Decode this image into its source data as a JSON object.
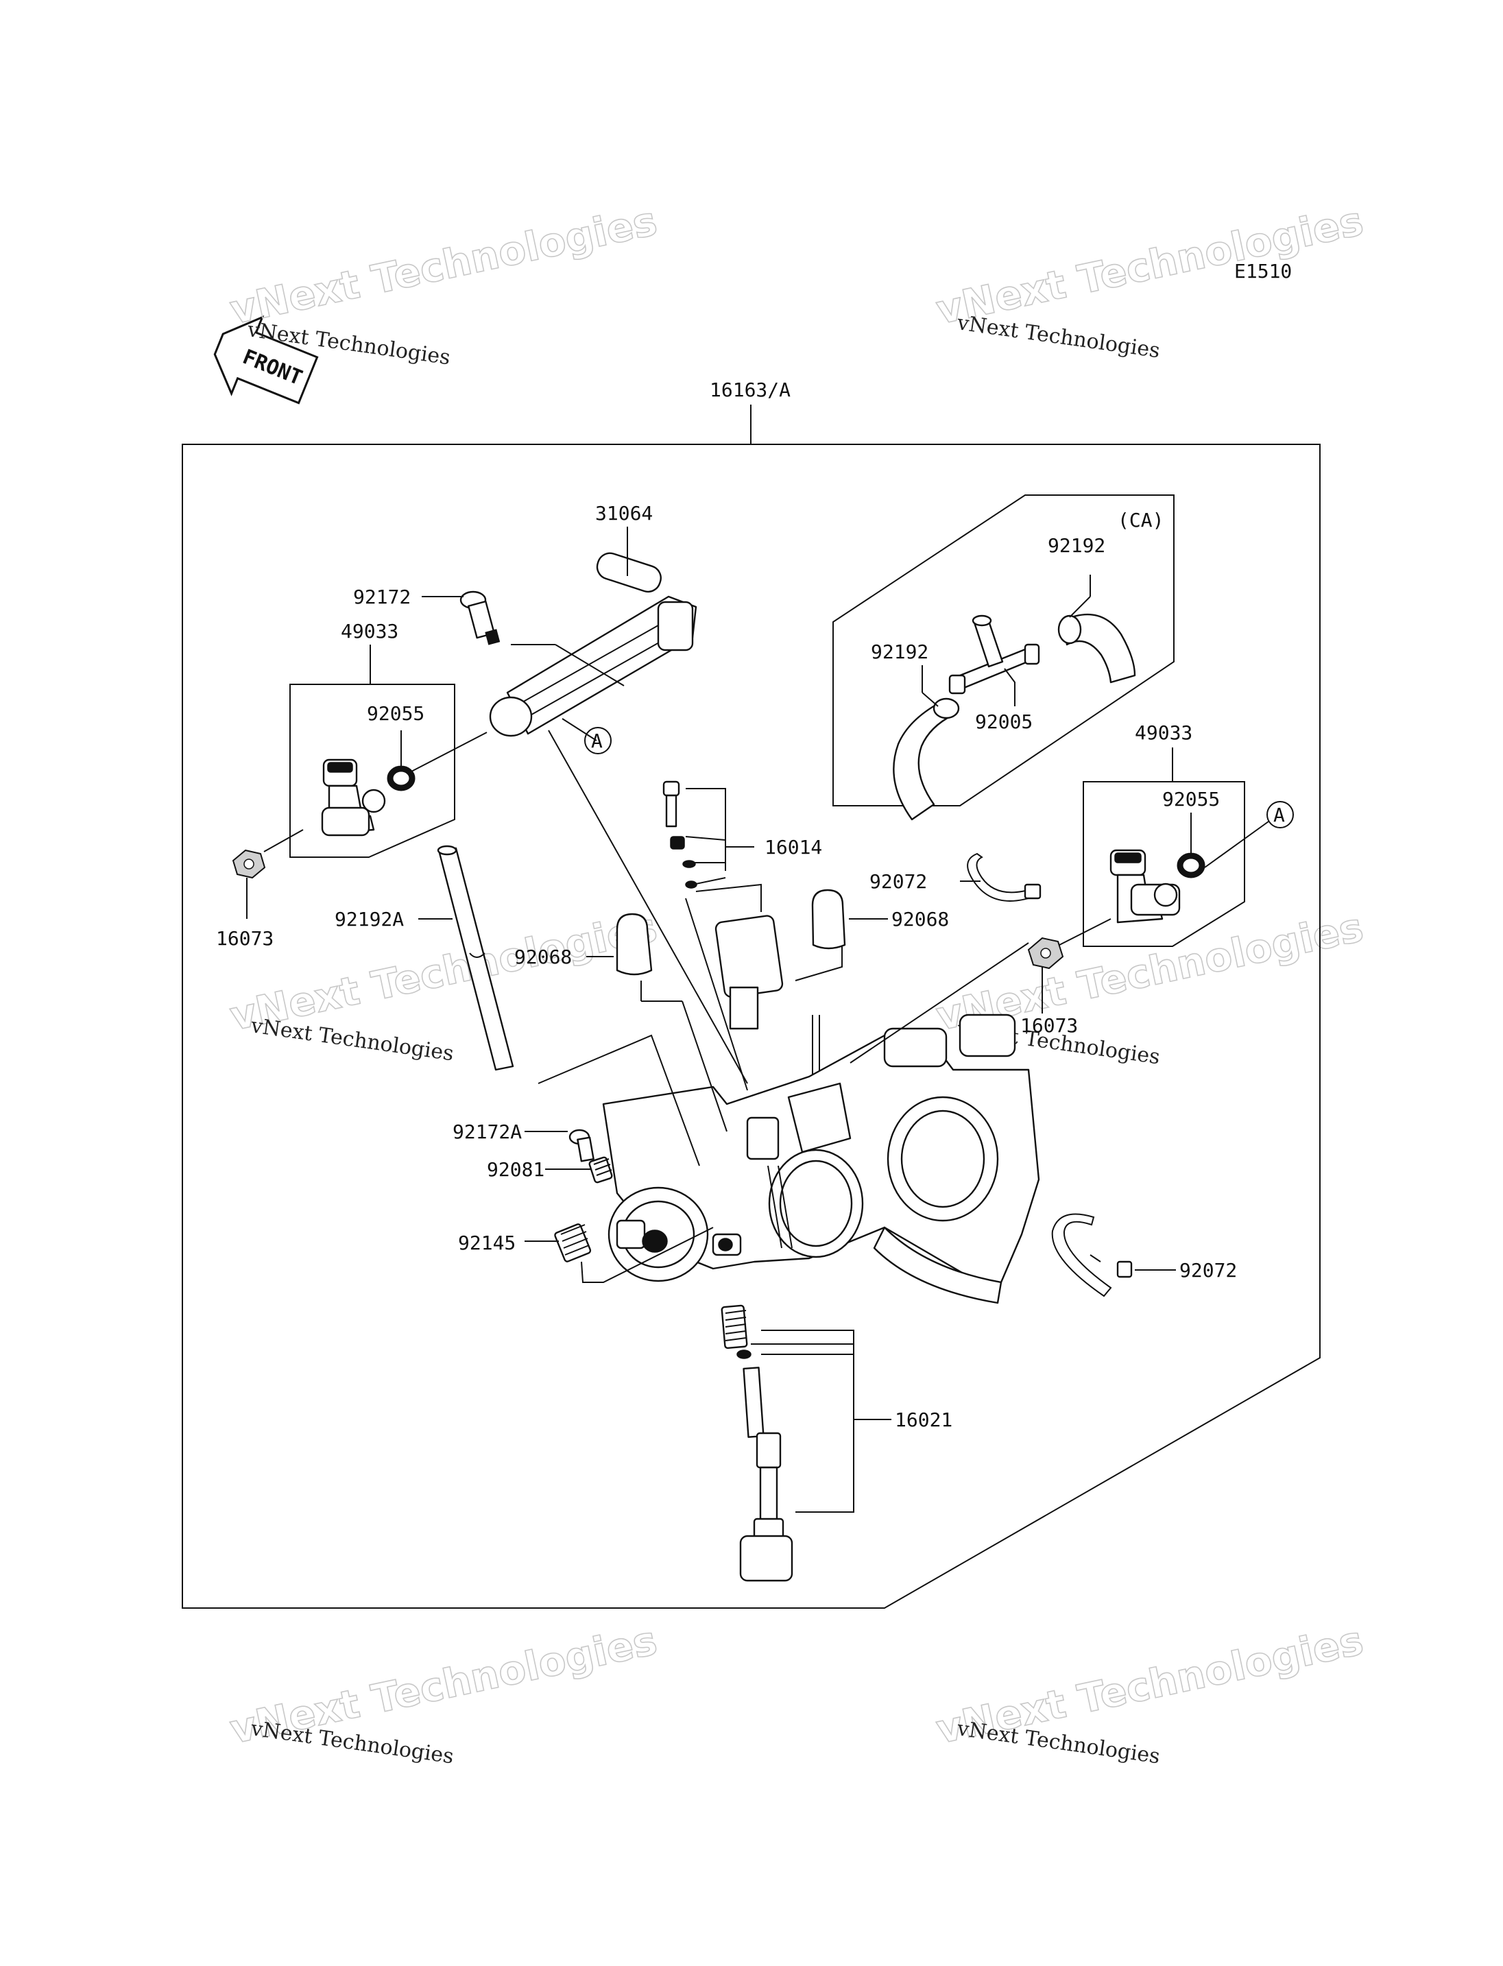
{
  "diagram": {
    "code": "E1510",
    "front_label": "FRONT",
    "kit_label": "16163/A",
    "ca_label": "(CA)",
    "callout_letter": "A",
    "watermark_small": "vNext Technologies",
    "watermark_large": "vNext Technologies",
    "parts": {
      "p31064": "31064",
      "p92172": "92172",
      "p49033_left": "49033",
      "p92055_left": "92055",
      "p16073_left": "16073",
      "p92192A": "92192A",
      "p92068_left": "92068",
      "p92172A": "92172A",
      "p92081": "92081",
      "p92145": "92145",
      "p16014": "16014",
      "p92072_top": "92072",
      "p92068_right": "92068",
      "p92192_right": "92192",
      "p92192_left": "92192",
      "p92005": "92005",
      "p49033_right": "49033",
      "p92055_right": "92055",
      "p16073_right": "16073",
      "p92072_bottom": "92072",
      "p16021": "16021"
    }
  }
}
